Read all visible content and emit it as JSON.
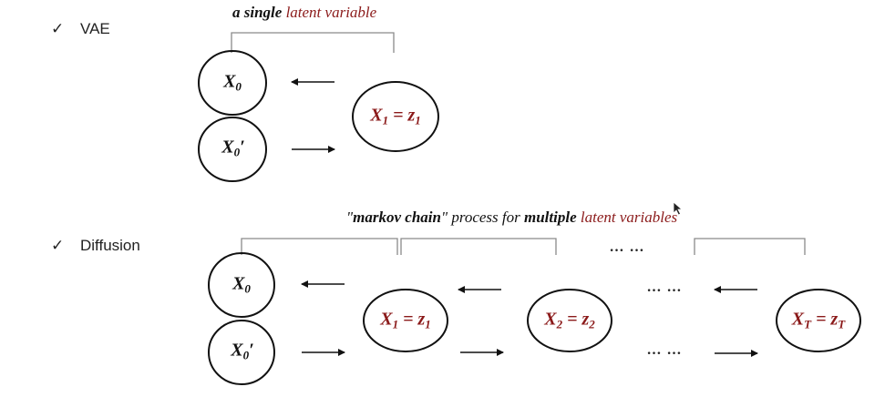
{
  "vae": {
    "bullet_label": "VAE",
    "caption_bold": "a single",
    "caption_red": "latent variable",
    "nodes": {
      "x0": "X",
      "x0_sub": "0",
      "x0p": "X",
      "x0p_sub": "0",
      "x0p_prime": "′",
      "z_left": "X",
      "z_left_sub": "1",
      "z_right": " = z",
      "z_right_sub": "1"
    }
  },
  "diffusion": {
    "bullet_label": "Diffusion",
    "caption_q1": "\"",
    "caption_bold1": "markov chain",
    "caption_q2": "\"",
    "caption_mid": " process for ",
    "caption_bold2": "multiple",
    "caption_red": " latent variables",
    "nodes": {
      "x0": "X",
      "x0_sub": "0",
      "x0p": "X",
      "x0p_sub": "0",
      "x0p_prime": "′",
      "z1_a": "X",
      "z1_a_sub": "1",
      "z1_b": " = z",
      "z1_b_sub": "1",
      "z2_a": "X",
      "z2_a_sub": "2",
      "z2_b": " = z",
      "z2_b_sub": "2",
      "zT_a": "X",
      "zT_a_sub": "T",
      "zT_b": " = z",
      "zT_b_sub": "T"
    },
    "ellipsis_top": "…   …",
    "ellipsis_mid": "…   …",
    "ellipsis_bottom": "…   …"
  },
  "check_glyph": "✓",
  "colors": {
    "latent": "#8b1a1a",
    "stroke": "#111111",
    "bracket": "#8a8a8a"
  }
}
